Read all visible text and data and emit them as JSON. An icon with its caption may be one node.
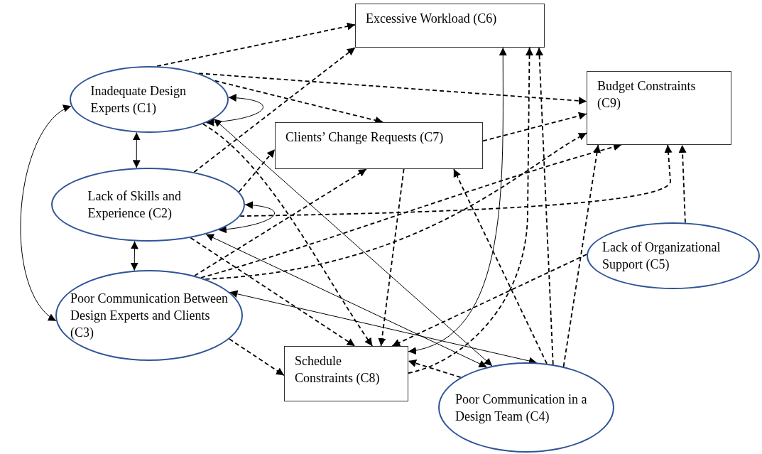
{
  "diagram": {
    "nodes": [
      {
        "text": [
          "Excessive Workload (C6)"
        ]
      },
      {
        "text": [
          "Inadequate Design Experts (C1)"
        ]
      },
      {
        "text": [
          "Budget Constraints (C9)"
        ]
      },
      {
        "text": [
          "Clients’ Change Requests (C7)"
        ]
      },
      {
        "text": [
          "Lack of Skills and Experience (C2)"
        ]
      },
      {
        "text": [
          "Lack of Organizational Support (C5)"
        ]
      },
      {
        "text": [
          "Poor Communication Between Design Experts and Clients (C3)"
        ]
      },
      {
        "text": [
          "Schedule Constraints (C8)"
        ]
      },
      {
        "text": [
          "Poor Communication in a Design Team (C4)"
        ]
      }
    ],
    "edges": [
      {
        "from": 1,
        "to": 1,
        "arrow": "both"
      },
      {
        "from": 4,
        "to": 4,
        "arrow": "both"
      },
      {
        "from": 1,
        "to": 4,
        "arrow": "both"
      },
      {
        "from": 4,
        "to": 6,
        "arrow": "both"
      },
      {
        "from": 1,
        "to": 6,
        "arrow": "both"
      },
      {
        "from": 1,
        "to": 0,
        "arrow": "to",
        "style": "dashed"
      },
      {
        "from": 1,
        "to": 2,
        "arrow": "to",
        "style": "dashed"
      },
      {
        "from": 1,
        "to": 3,
        "arrow": "to",
        "style": "dashed"
      },
      {
        "from": 1,
        "to": 7,
        "arrow": "to",
        "style": "dashed"
      },
      {
        "from": 8,
        "to": 1,
        "arrow": "both"
      },
      {
        "from": 4,
        "to": 0,
        "arrow": "to",
        "style": "dashed"
      },
      {
        "from": 4,
        "to": 3,
        "arrow": "to",
        "style": "dashed"
      },
      {
        "from": 4,
        "to": 2,
        "arrow": "to",
        "style": "dashed"
      },
      {
        "from": 4,
        "to": 7,
        "arrow": "to",
        "style": "dashed"
      },
      {
        "from": 8,
        "to": 4,
        "arrow": "both"
      },
      {
        "from": 6,
        "to": 3,
        "arrow": "to",
        "style": "dashed"
      },
      {
        "from": 6,
        "to": 2,
        "arrow": "to",
        "style": "dashed"
      },
      {
        "from": 6,
        "to": 2,
        "arrow": "to",
        "style": "dashed"
      },
      {
        "from": 6,
        "to": 8,
        "arrow": "both"
      },
      {
        "from": 6,
        "to": 7,
        "arrow": "to",
        "style": "dashed"
      },
      {
        "from": 3,
        "to": 2,
        "arrow": "to",
        "style": "dashed"
      },
      {
        "from": 3,
        "to": 7,
        "arrow": "to",
        "style": "dashed"
      },
      {
        "from": 7,
        "to": 0,
        "arrow": "both"
      },
      {
        "from": 7,
        "to": 0,
        "arrow": "to",
        "style": "dashed"
      },
      {
        "from": 8,
        "to": 0,
        "arrow": "to",
        "style": "dashed"
      },
      {
        "from": 8,
        "to": 3,
        "arrow": "to",
        "style": "dashed"
      },
      {
        "from": 8,
        "to": 2,
        "arrow": "to",
        "style": "dashed"
      },
      {
        "from": 8,
        "to": 7,
        "arrow": "to",
        "style": "dashed"
      },
      {
        "from": 5,
        "to": 2,
        "arrow": "to",
        "style": "dashed"
      },
      {
        "from": 5,
        "to": 7,
        "arrow": "to",
        "style": "dashed"
      }
    ]
  }
}
